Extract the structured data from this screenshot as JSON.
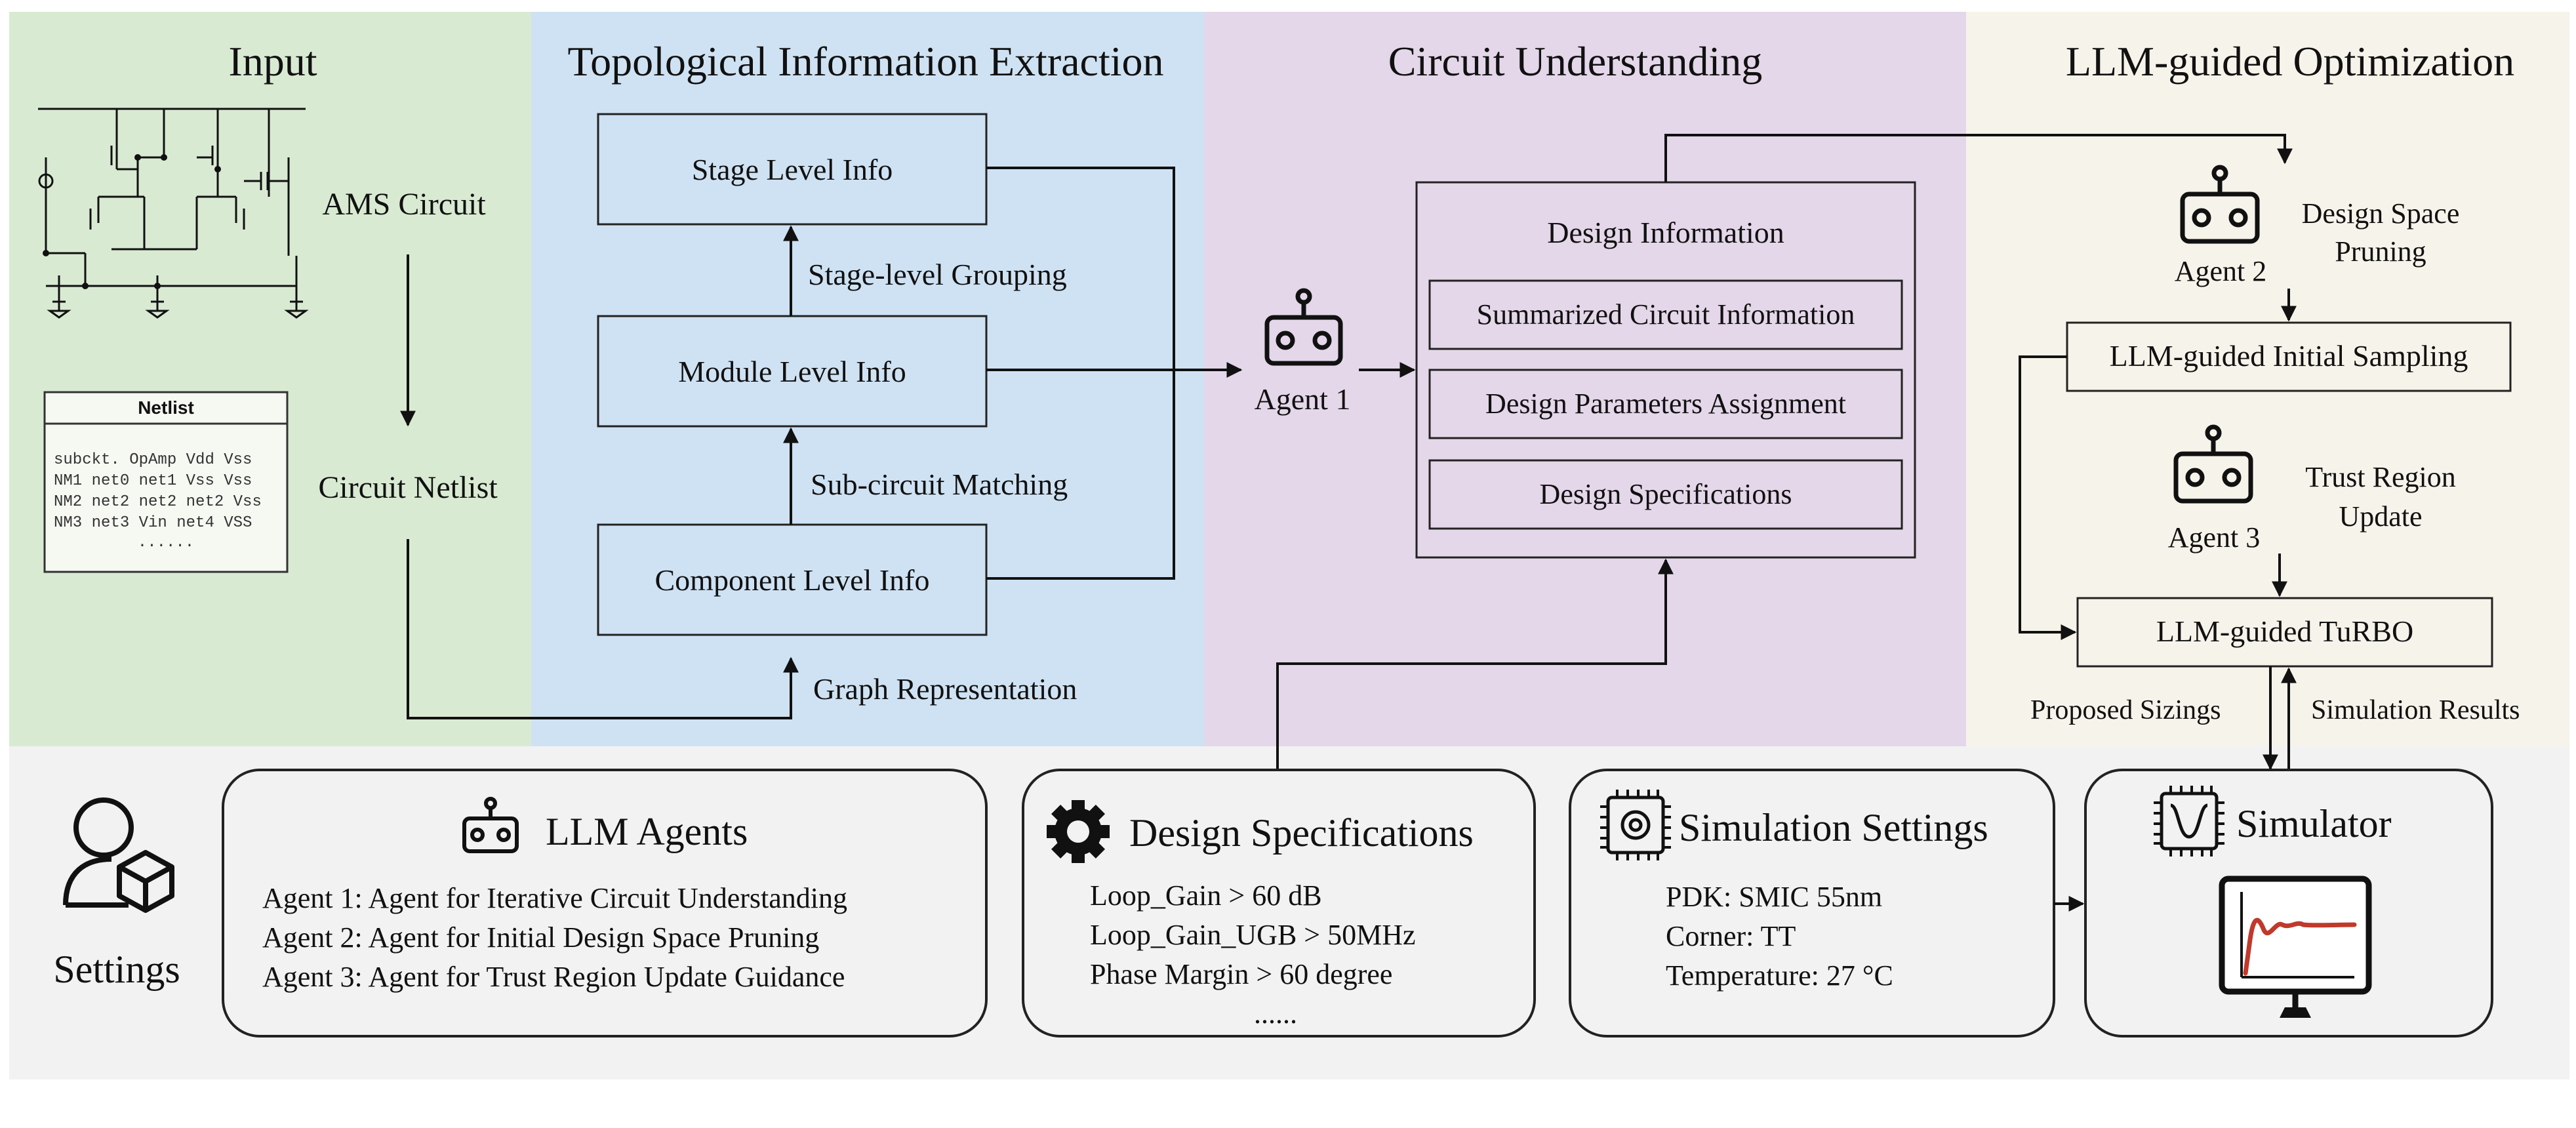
{
  "colors": {
    "input_bg": "#d9ead3",
    "extraction_bg": "#cfe2f3",
    "understanding_bg": "#e4d7e9",
    "optimization_bg": "#f6f3ea",
    "settings_bg": "#f2f2f2",
    "curve": "#c0392b"
  },
  "sections": {
    "input": "Input",
    "extraction": "Topological Information Extraction",
    "understanding": "Circuit Understanding",
    "optimization": "LLM-guided Optimization"
  },
  "input": {
    "ams_circuit": "AMS Circuit",
    "circuit_netlist": "Circuit Netlist",
    "netlist_title": "Netlist",
    "netlist_lines": [
      "subckt. OpAmp Vdd Vss",
      "NM1 net0 net1 Vss Vss",
      "NM2 net2 net2 net2 Vss",
      "NM3 net3 Vin net4 VSS"
    ],
    "netlist_more": "......"
  },
  "extraction": {
    "stage_level": "Stage Level Info",
    "module_level": "Module Level Info",
    "component_level": "Component Level Info",
    "stage_grouping": "Stage-level Grouping",
    "subcircuit_matching": "Sub-circuit Matching",
    "graph_representation": "Graph Representation"
  },
  "understanding": {
    "agent1": "Agent 1",
    "design_information": "Design Information",
    "items": [
      "Summarized Circuit Information",
      "Design Parameters Assignment",
      "Design Specifications"
    ]
  },
  "optimization": {
    "agent2": "Agent 2",
    "agent2_task_line1": "Design Space",
    "agent2_task_line2": "Pruning",
    "initial_sampling": "LLM-guided Initial Sampling",
    "agent3": "Agent 3",
    "agent3_task_line1": "Trust Region",
    "agent3_task_line2": "Update",
    "turbo": "LLM-guided TuRBO",
    "proposed_sizings": "Proposed Sizings",
    "simulation_results": "Simulation Results"
  },
  "settings": {
    "label": "Settings",
    "llm_agents": {
      "title": "LLM Agents",
      "lines": [
        "Agent 1: Agent for Iterative Circuit Understanding",
        "Agent 2: Agent for Initial Design Space Pruning",
        "Agent 3: Agent for Trust Region Update Guidance"
      ]
    },
    "design_specs": {
      "title": "Design Specifications",
      "lines": [
        "Loop_Gain > 60 dB",
        "Loop_Gain_UGB > 50MHz",
        "Phase Margin > 60 degree"
      ],
      "more": "......"
    },
    "sim_settings": {
      "title": "Simulation Settings",
      "lines": [
        "PDK: SMIC 55nm",
        "Corner: TT",
        "Temperature: 27 °C"
      ]
    },
    "simulator": {
      "title": "Simulator"
    }
  },
  "icons": [
    "robot-icon",
    "user-cube-icon",
    "gear-icon",
    "chip-icon",
    "monitor-icon",
    "circuit-schematic"
  ]
}
